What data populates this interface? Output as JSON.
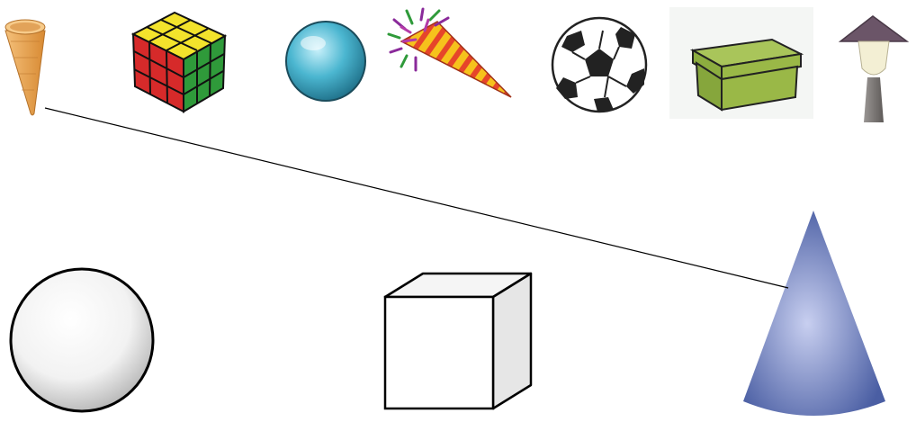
{
  "instruction": "",
  "objects": [
    {
      "id": "ice-cream-cone",
      "icon": "ice-cream-cone-icon",
      "shape": "cone"
    },
    {
      "id": "rubiks-cube",
      "icon": "rubiks-cube-icon",
      "shape": "cube"
    },
    {
      "id": "marble",
      "icon": "marble-icon",
      "shape": "sphere"
    },
    {
      "id": "party-hat",
      "icon": "party-hat-icon",
      "shape": "cone"
    },
    {
      "id": "soccer-ball",
      "icon": "soccer-ball-icon",
      "shape": "sphere"
    },
    {
      "id": "green-box",
      "icon": "green-box-icon",
      "shape": "cube"
    },
    {
      "id": "lamp",
      "icon": "lamp-icon",
      "shape": "cone"
    }
  ],
  "shapes": [
    {
      "id": "sphere",
      "icon": "sphere-icon"
    },
    {
      "id": "cube",
      "icon": "cube-icon"
    },
    {
      "id": "cone",
      "icon": "cone-icon"
    }
  ],
  "matches": [
    {
      "from": "ice-cream-cone",
      "to": "cone"
    }
  ],
  "colors": {
    "line": "#000000",
    "cone_shape": "#4a5ea3",
    "cone_highlight": "#c8cff0",
    "sphere_shade": "#c8c8c8",
    "cube_side": "#e6e6e6",
    "rubik_red": "#d62a2a",
    "rubik_yellow": "#f3e32c",
    "rubik_green": "#2f9a3a",
    "marble": "#3aa8c4",
    "party_hat_stripe_a": "#f6c21c",
    "party_hat_stripe_b": "#e6452a",
    "party_hat_tassel": "#8a2a9a",
    "box_green": "#9ab847",
    "lamp_shade": "#6b5568",
    "lamp_bulb": "#f3efd4",
    "lamp_post": "#7a7674",
    "cone_wafer": "#e9a552"
  }
}
